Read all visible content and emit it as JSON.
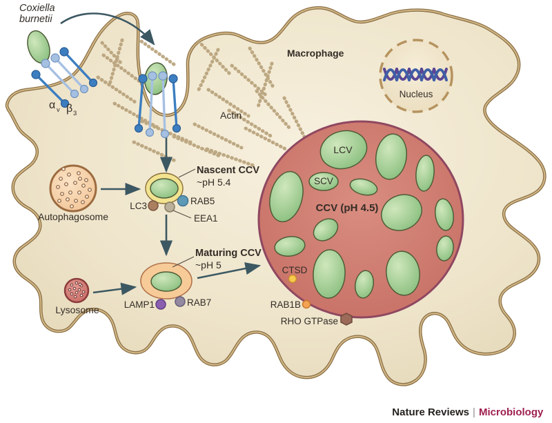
{
  "figure": {
    "organism": {
      "line1": "Coxiella",
      "line2": "burnetii"
    },
    "cell_label": "Macrophage",
    "nucleus_label": "Nucleus",
    "actin_label": "Actin",
    "integrins": {
      "alpha": "α",
      "alpha_sub": "v",
      "beta": "β",
      "beta_sub": "3"
    },
    "autophagosome_label": "Autophagosome",
    "lysosome_label": "Lysosome",
    "nascent_ccv": {
      "title": "Nascent CCV",
      "ph": "~pH 5.4",
      "markers": [
        {
          "label": "LC3",
          "color": "#aa7f60"
        },
        {
          "label": "RAB5",
          "color": "#5e9ab7"
        },
        {
          "label": "EEA1",
          "color": "#bbb09a"
        }
      ]
    },
    "maturing_ccv": {
      "title": "Maturing CCV",
      "ph": "~pH 5",
      "markers": [
        {
          "label": "LAMP1",
          "color": "#8a5fae"
        },
        {
          "label": "RAB7",
          "color": "#938aa1"
        }
      ]
    },
    "ccv": {
      "title": "CCV (pH 4.5)",
      "variants": [
        {
          "label": "LCV"
        },
        {
          "label": "SCV"
        }
      ],
      "markers": [
        {
          "label": "CTSD",
          "color": "#f7ca4d"
        },
        {
          "label": "RAB1B",
          "color": "#f4a352"
        },
        {
          "label": "RHO GTPase",
          "color": "#9c6a59"
        }
      ]
    },
    "footer": {
      "brand": "Nature Reviews",
      "divider": "|",
      "journal": "Microbiology",
      "journal_color": "#9e1f4e"
    }
  }
}
